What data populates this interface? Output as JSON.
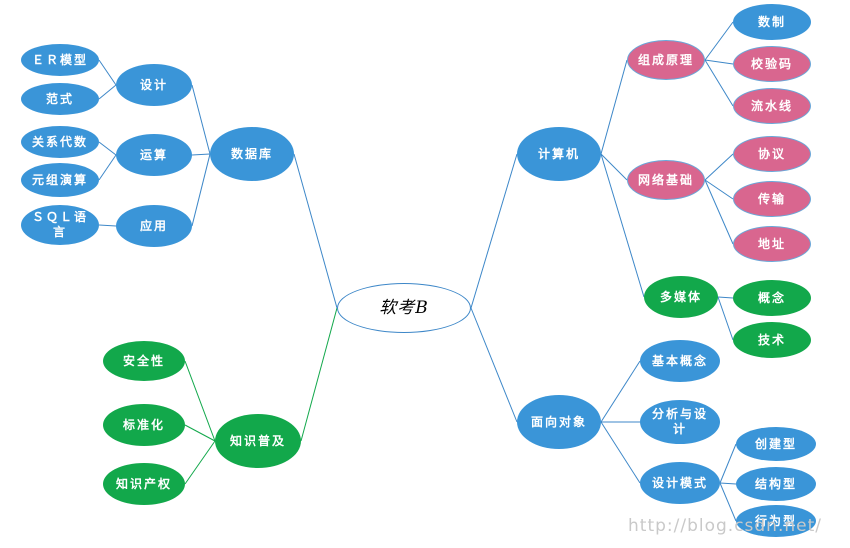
{
  "root": "软考B",
  "colors": {
    "blue": "#3a95d8",
    "pink": "#d9668f",
    "green": "#12a84b",
    "line": "#3d87c8",
    "green_line": "#12a84b"
  },
  "branches": {
    "database": {
      "label": "数据库",
      "children": [
        {
          "label": "设计",
          "children": [
            "ＥＲ模型",
            "范式"
          ]
        },
        {
          "label": "运算",
          "children": [
            "关系代数",
            "元组演算"
          ]
        },
        {
          "label": "应用",
          "children": [
            "ＳＱＬ语言"
          ]
        }
      ]
    },
    "computer": {
      "label": "计算机",
      "children": [
        {
          "label": "组成原理",
          "children": [
            "数制",
            "校验码",
            "流水线"
          ]
        },
        {
          "label": "网络基础",
          "children": [
            "协议",
            "传输",
            "地址"
          ]
        },
        {
          "label": "多媒体",
          "children": [
            "概念",
            "技术"
          ]
        }
      ]
    },
    "oop": {
      "label": "面向对象",
      "children": [
        {
          "label": "基本概念"
        },
        {
          "label": "分析与设计"
        },
        {
          "label": "设计模式",
          "children": [
            "创建型",
            "结构型",
            "行为型"
          ]
        }
      ]
    },
    "knowledge": {
      "label": "知识普及",
      "children": [
        "安全性",
        "标准化",
        "知识产权"
      ]
    }
  },
  "watermark": "http://blog.csdn.net/"
}
